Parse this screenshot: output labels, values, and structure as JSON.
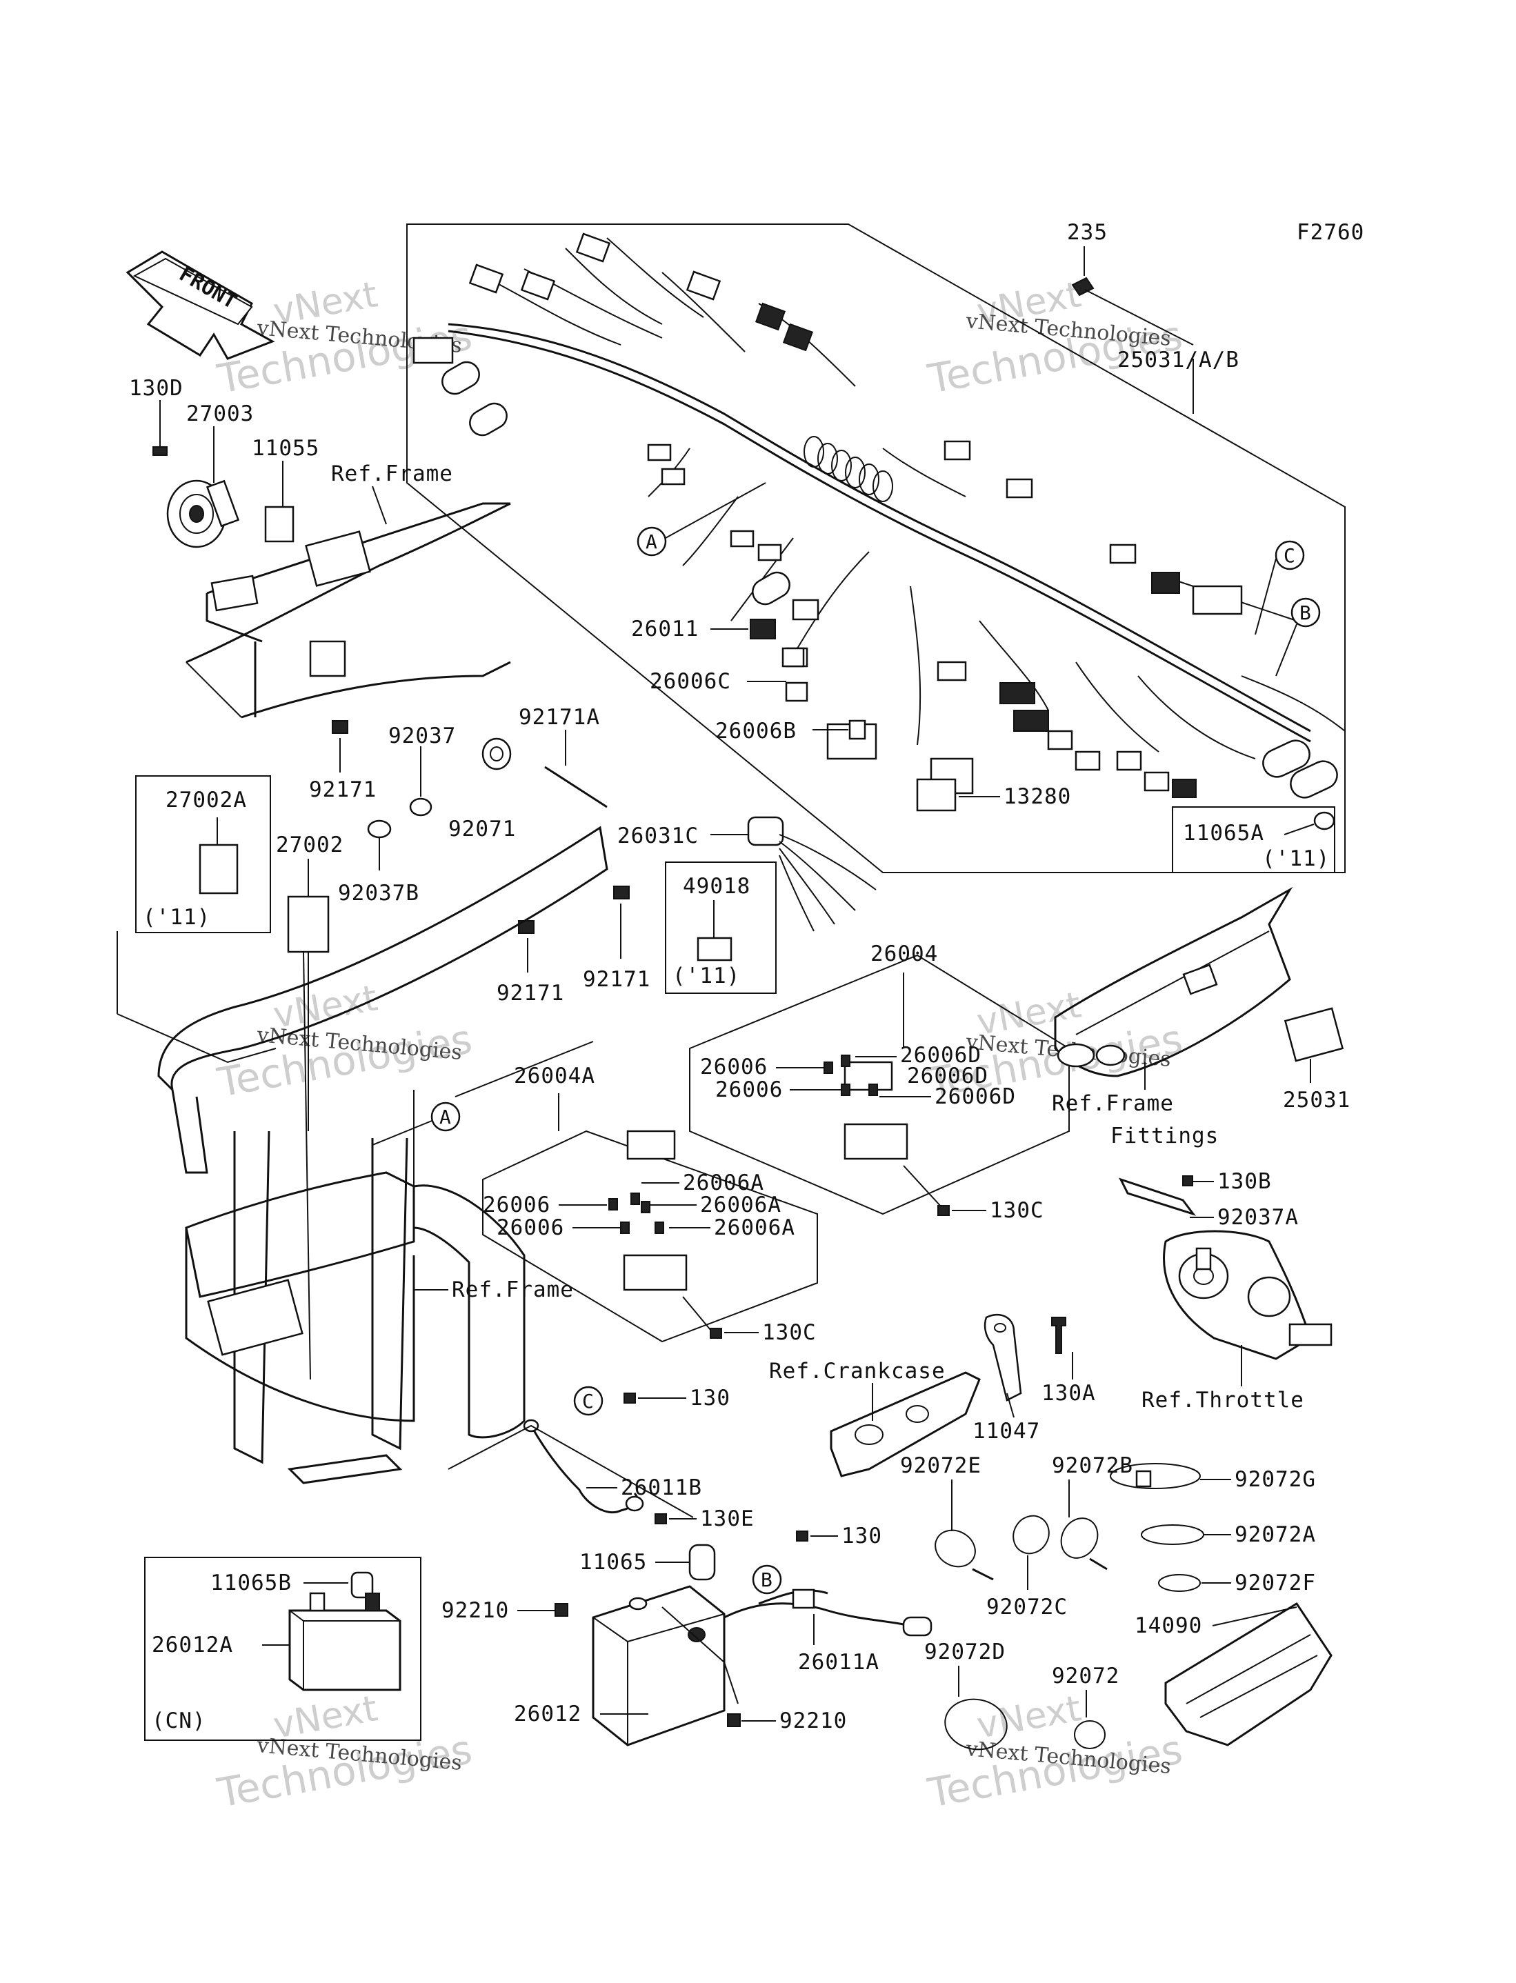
{
  "diagram_code": "F2760",
  "front_arrow_label": "FRONT",
  "watermark": {
    "company": "vNext Technologies",
    "big": "Technologies",
    "big2": "vNext"
  },
  "labels": {
    "l235": "235",
    "l25031AB": "25031/A/B",
    "l130D": "130D",
    "l27003": "27003",
    "l11055": "11055",
    "lRefFrame1": "Ref.Frame",
    "l26011": "26011",
    "l26006C": "26006C",
    "l26006B": "26006B",
    "l13280": "13280",
    "l11065A": "11065A",
    "l11yr1": "('11)",
    "l92171a": "92171",
    "l92037": "92037",
    "l92171A": "92171A",
    "l92071": "92071",
    "l27002A": "27002A",
    "l11yr2": "('11)",
    "l27002": "27002",
    "l92037B": "92037B",
    "l92171b": "92171",
    "l92171c": "92171",
    "l26031C": "26031C",
    "l49018": "49018",
    "l11yr3": "('11)",
    "l26004": "26004",
    "l26006a": "26006",
    "l26006D1": "26006D",
    "l26006b": "26006",
    "l26006D2": "26006D",
    "l26006D3": "26006D",
    "l26004A": "26004A",
    "l26006c": "26006",
    "l26006A1": "26006A",
    "l26006A2": "26006A",
    "l26006d": "26006",
    "l26006A3": "26006A",
    "l130C1": "130C",
    "lRefFrameFittings1": "Ref.Frame",
    "lRefFrameFittings2": "Fittings",
    "l25031": "25031",
    "l130B": "130B",
    "l92037A": "92037A",
    "lRefFrame2": "Ref.Frame",
    "l130C2": "130C",
    "lRefCrankcase": "Ref.Crankcase",
    "l130A": "130A",
    "l11047": "11047",
    "lRefThrottle": "Ref.Throttle",
    "l130": "130",
    "l26011B": "26011B",
    "l130E": "130E",
    "l11065": "11065",
    "l130b": "130",
    "l92072E": "92072E",
    "l92072B": "92072B",
    "l92072G": "92072G",
    "l92072A": "92072A",
    "l92072F": "92072F",
    "l92072C": "92072C",
    "l11065B": "11065B",
    "l26012A": "26012A",
    "lCN": "(CN)",
    "l92210a": "92210",
    "l26011A": "26011A",
    "l92072D": "92072D",
    "l92072": "92072",
    "l14090": "14090",
    "l26012": "26012",
    "l92210b": "92210"
  },
  "callouts": {
    "A1": "A",
    "A2": "A",
    "B1": "B",
    "B2": "B",
    "C1": "C",
    "C2": "C"
  }
}
